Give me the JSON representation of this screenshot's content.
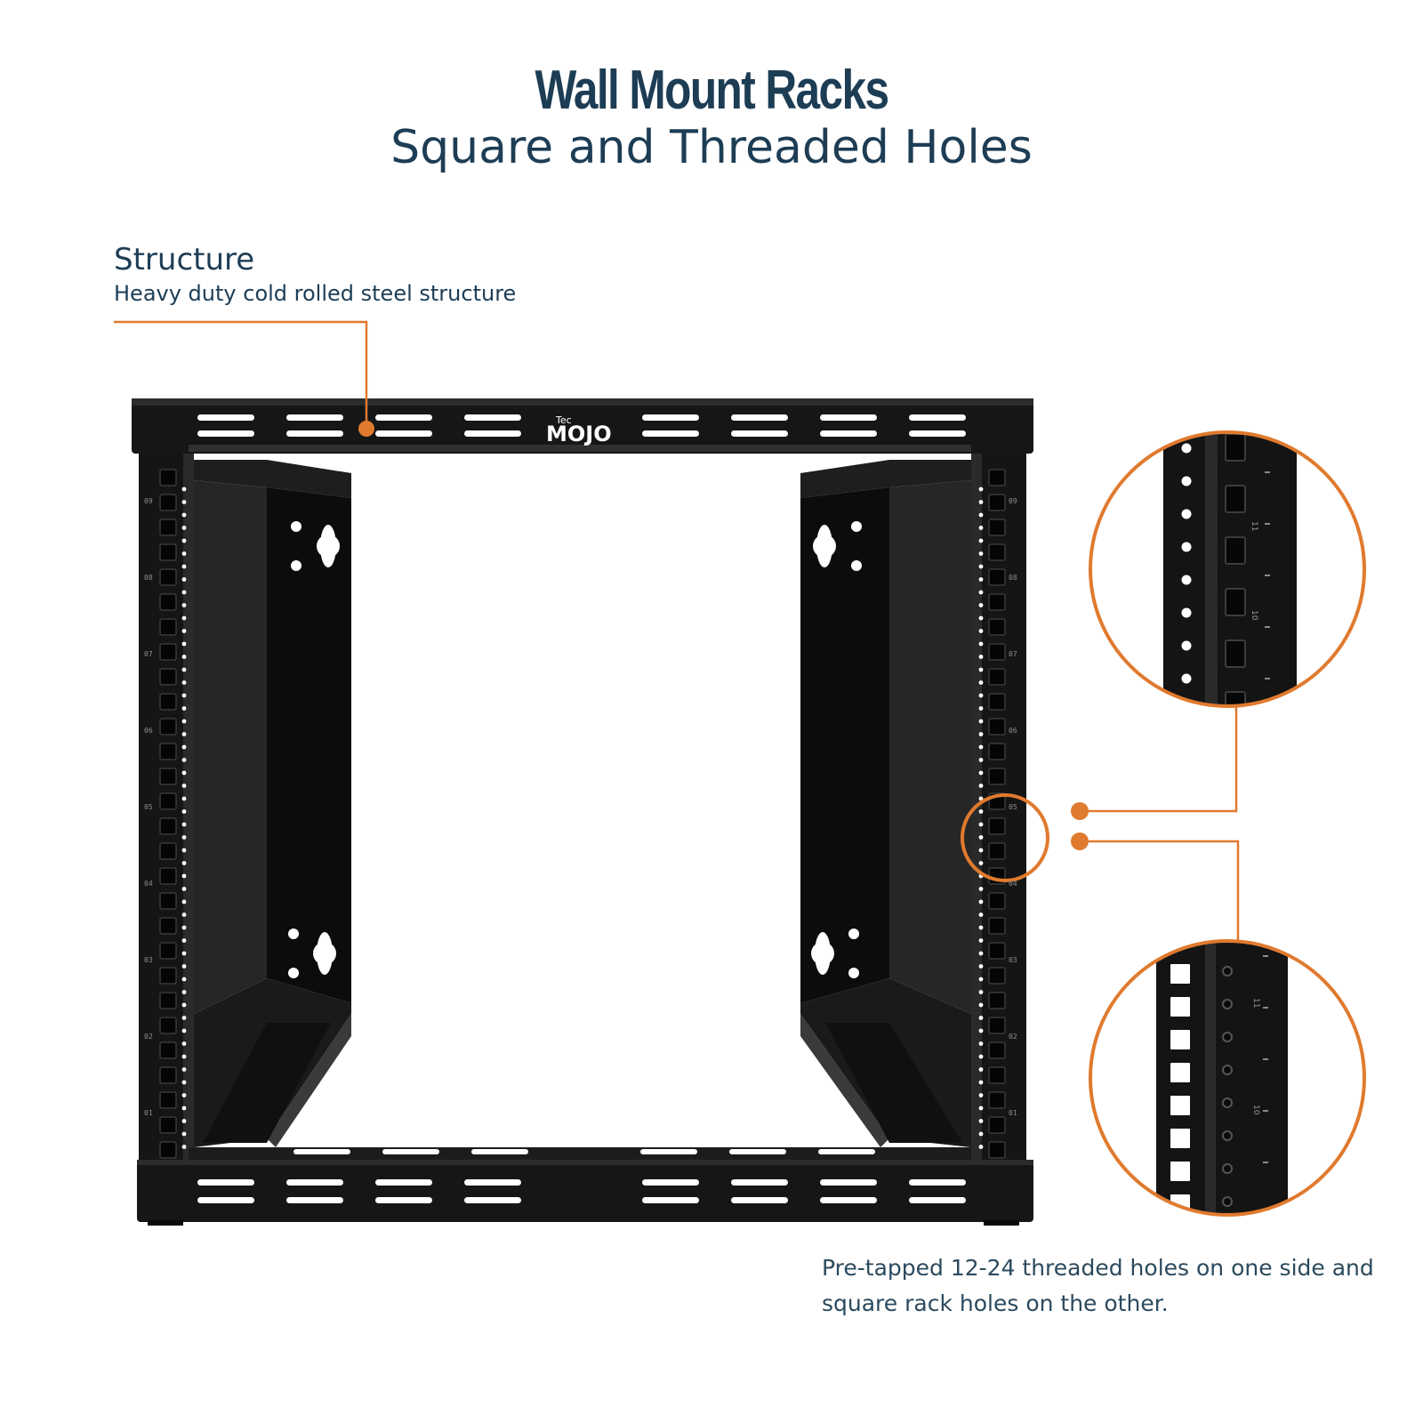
{
  "header": {
    "title": "Wall Mount Racks",
    "subtitle": "Square and Threaded Holes"
  },
  "structure_callout": {
    "title": "Structure",
    "description": "Heavy duty cold rolled steel structure"
  },
  "holes_callout": {
    "description": "Pre-tapped 12-24 threaded holes on one side and square rack holes on the other."
  },
  "logo": {
    "small_text": "Tec",
    "brand_text": "MOJO"
  },
  "rail_unit_labels": [
    "09",
    "08",
    "07",
    "06",
    "05",
    "04",
    "03",
    "02",
    "01"
  ],
  "zoom_unit_labels": [
    "11",
    "10"
  ],
  "colors": {
    "heading": "#1d3d55",
    "body_text": "#2c4a5e",
    "accent": "#e07a2e",
    "rack": "#141414",
    "background": "#ffffff"
  }
}
